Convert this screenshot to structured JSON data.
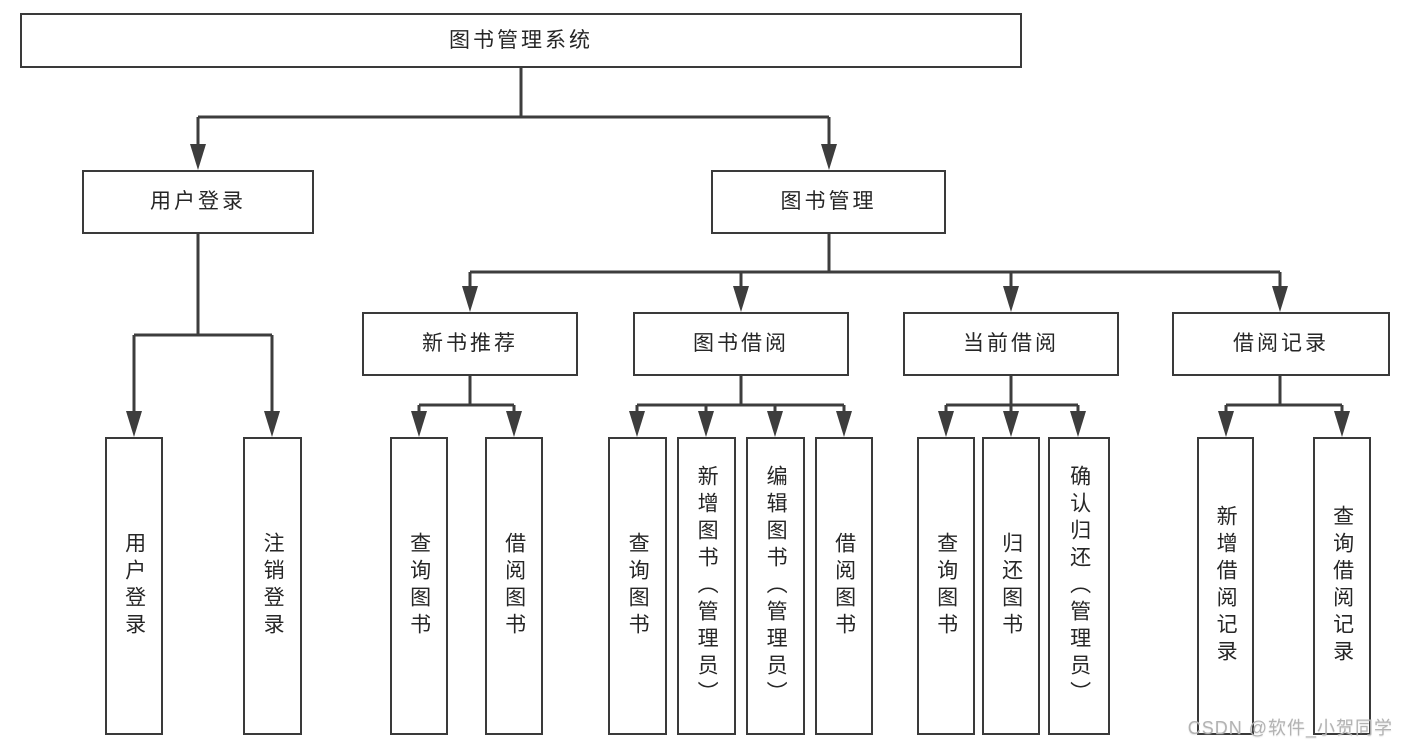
{
  "diagram": {
    "root": {
      "label": "图书管理系统"
    },
    "branches": [
      {
        "label": "用户登录",
        "children": [
          {
            "label": "用户登录"
          },
          {
            "label": "注销登录"
          }
        ]
      },
      {
        "label": "图书管理",
        "children": [
          {
            "label": "新书推荐",
            "children": [
              {
                "label": "查询图书"
              },
              {
                "label": "借阅图书"
              }
            ]
          },
          {
            "label": "图书借阅",
            "children": [
              {
                "label": "查询图书"
              },
              {
                "label": "新增图书（管理员）"
              },
              {
                "label": "编辑图书（管理员）"
              },
              {
                "label": "借阅图书"
              }
            ]
          },
          {
            "label": "当前借阅",
            "children": [
              {
                "label": "查询图书"
              },
              {
                "label": "归还图书"
              },
              {
                "label": "确认归还（管理员）"
              }
            ]
          },
          {
            "label": "借阅记录",
            "children": [
              {
                "label": "新增借阅记录"
              },
              {
                "label": "查询借阅记录"
              }
            ]
          }
        ]
      }
    ]
  },
  "watermark": {
    "text": "CSDN @软件_小贺同学"
  },
  "colors": {
    "line": "#3d3d3d",
    "box_border": "#3a3a3a",
    "text": "#262626",
    "background": "#ffffff",
    "watermark": "#b3b3b3"
  }
}
